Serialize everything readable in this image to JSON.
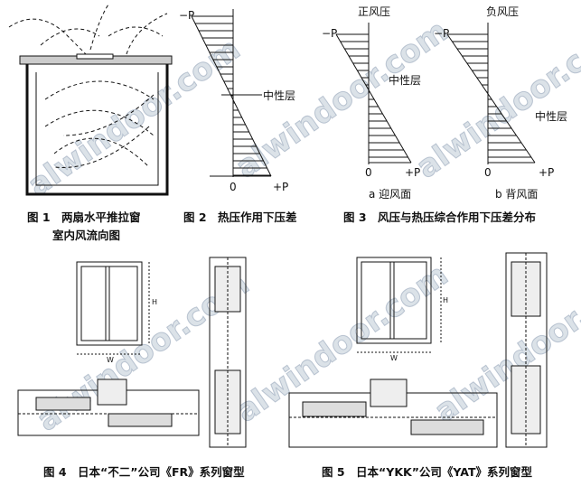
{
  "watermark": "alwindoor.com",
  "fig1": {
    "caption_line1": "图 1　两扇水平推拉窗",
    "caption_line2": "室内风流向图"
  },
  "fig2": {
    "neg": "−P",
    "pos": "+P",
    "zero": "0",
    "neutral": "中性层",
    "caption": "图 2　热压作用下压差"
  },
  "fig3": {
    "a": {
      "title": "正风压",
      "neg": "−P",
      "pos": "+P",
      "zero": "0",
      "neutral": "中性层",
      "label": "a  迎风面"
    },
    "b": {
      "title": "负风压",
      "neg": "−P",
      "pos": "+P",
      "zero": "0",
      "neutral": "中性层",
      "label": "b  背风面"
    },
    "caption": "图 3　风压与热压综合作用下压差分布"
  },
  "fig4": {
    "dim_h": "H",
    "dim_w": "W",
    "caption": "图 4　日本“不二”公司《FR》系列窗型"
  },
  "fig5": {
    "dim_h": "H",
    "dim_w": "W",
    "caption": "图 5　日本“YKK”公司《YAT》系列窗型"
  }
}
